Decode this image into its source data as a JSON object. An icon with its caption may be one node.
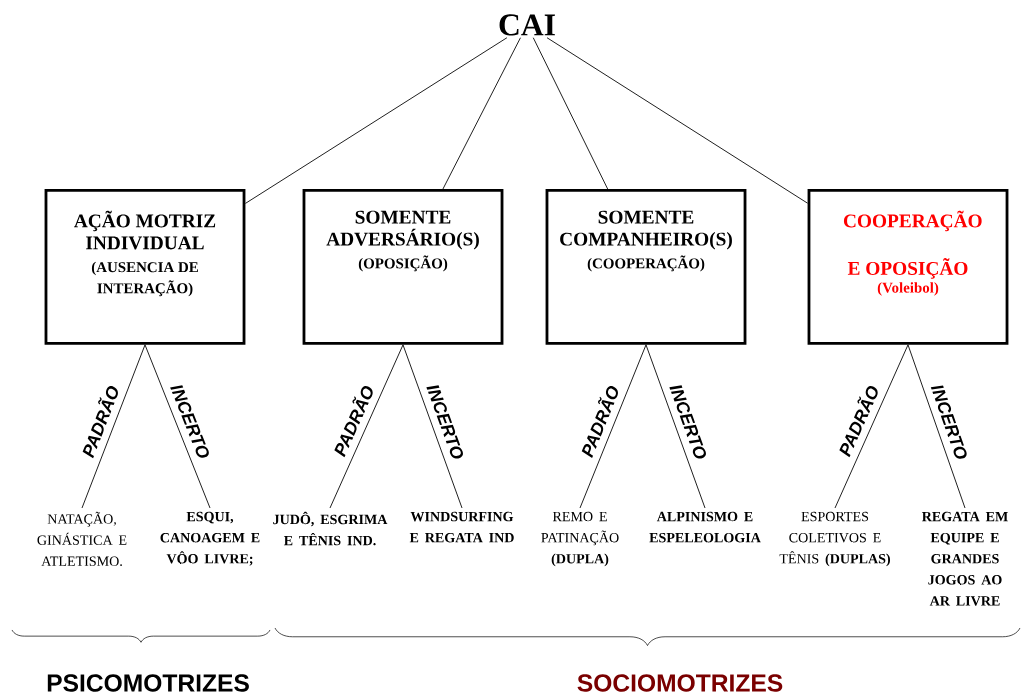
{
  "diagram": {
    "nodes": [
      {
        "text": [
          "CAI"
        ]
      },
      {
        "text": [
          "AÇÃO MOTRIZ INDIVIDUAL",
          "(AUSENCIA DE INTERAÇÃO)"
        ]
      },
      {
        "text": [
          "SOMENTE ADVERSÁRIO(S)",
          "(OPOSIÇÃO)"
        ]
      },
      {
        "text": [
          "SOMENTE COMPANHEIRO(S)",
          "(COOPERAÇÃO)"
        ]
      },
      {
        "text": [
          "COOPERAÇÃO E OPOSIÇÃO",
          "(Voleibol)"
        ]
      },
      {
        "text": [
          "NATAÇÃO, GINÁSTICA E ATLETISMO."
        ]
      },
      {
        "text": [
          "ESQUI, CANOAGEM E VÔO LIVRE;"
        ]
      },
      {
        "text": [
          "JUDÔ, ESGRIMA E TÊNIS IND."
        ]
      },
      {
        "text": [
          "WINDSURFING E REGATA IND"
        ]
      },
      {
        "text": [
          "REMO E PATINAÇÃO **(DUPLA)**"
        ]
      },
      {
        "text": [
          "ALPINISMO E ESPELEOLOGIA"
        ]
      },
      {
        "text": [
          "ESPORTES COLETIVOS E TÊNIS **(DUPLAS)**"
        ]
      },
      {
        "text": [
          "REGATA EM EQUIPE E GRANDES JOGOS AO AR LIVRE"
        ]
      }
    ],
    "edges": [
      {
        "from": 0,
        "to": 1,
        "arrow": "none"
      },
      {
        "from": 0,
        "to": 2,
        "arrow": "none"
      },
      {
        "from": 0,
        "to": 3,
        "arrow": "none"
      },
      {
        "from": 0,
        "to": 4,
        "arrow": "none"
      },
      {
        "from": 1,
        "to": 5,
        "arrow": "none",
        "label": "PADRÃO"
      },
      {
        "from": 1,
        "to": 6,
        "arrow": "none",
        "label": "INCERTO"
      },
      {
        "from": 2,
        "to": 7,
        "arrow": "none",
        "label": "PADRÃO"
      },
      {
        "from": 2,
        "to": 8,
        "arrow": "none",
        "label": "INCERTO"
      },
      {
        "from": 3,
        "to": 9,
        "arrow": "none",
        "label": "PADRÃO"
      },
      {
        "from": 3,
        "to": 10,
        "arrow": "none",
        "label": "INCERTO"
      },
      {
        "from": 4,
        "to": 11,
        "arrow": "none",
        "label": "PADRÃO"
      },
      {
        "from": 4,
        "to": 12,
        "arrow": "none",
        "label": "INCERTO"
      }
    ],
    "labels": [
      "PSICOMOTRIZES",
      "SOCIOMOTRIZES"
    ]
  }
}
